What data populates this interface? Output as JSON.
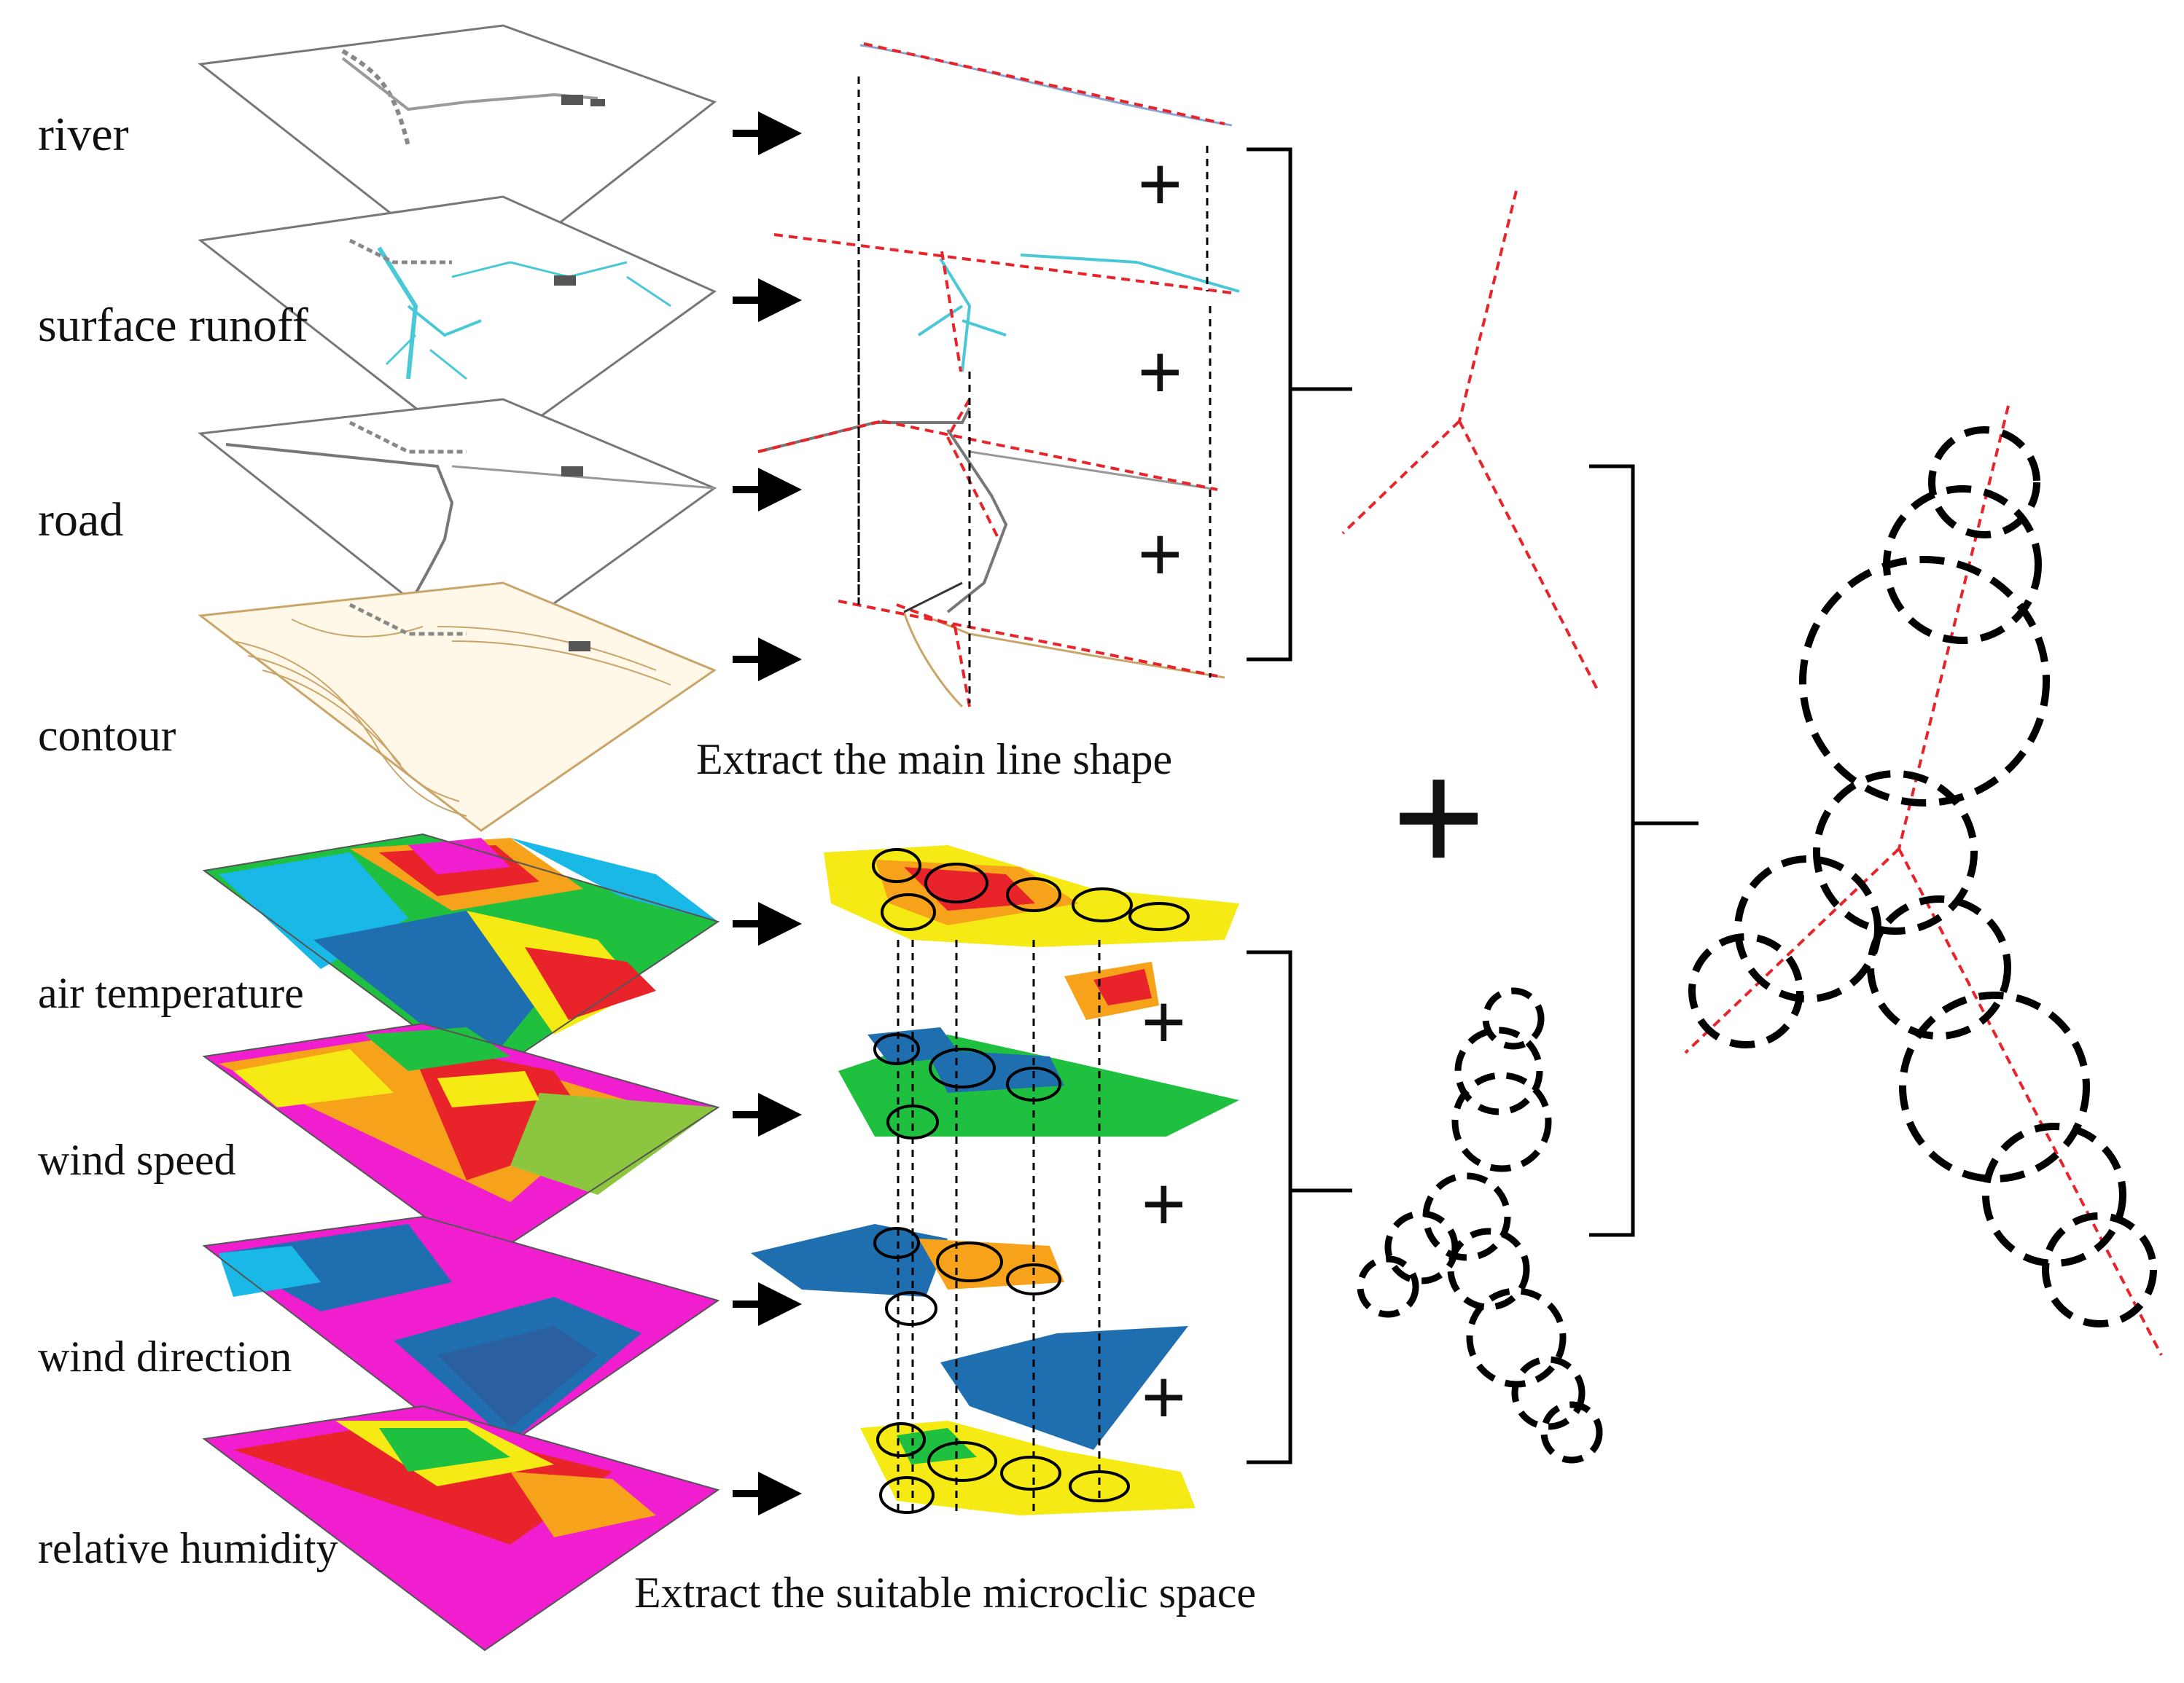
{
  "layers_top": [
    {
      "label": "river"
    },
    {
      "label": "surface runoff"
    },
    {
      "label": "road"
    },
    {
      "label": "contour"
    }
  ],
  "layers_bottom": [
    {
      "label": "air temperature"
    },
    {
      "label": "wind speed"
    },
    {
      "label": "wind direction"
    },
    {
      "label": "relative humidity"
    }
  ],
  "captions": {
    "top": "Extract the main line shape",
    "bottom": "Extract the suitable microclic space"
  },
  "symbols": {
    "plus": "+"
  },
  "colors": {
    "axis_line": "#e8242a",
    "river": "#8aa6d6",
    "runoff": "#49c8d8",
    "road": "#6c6c6c",
    "contour": "#c9a56a",
    "hot": "#e8242a",
    "orange": "#f7a21b",
    "yellow": "#f5ea14",
    "green": "#1fbf3f",
    "cyan": "#19b8e6",
    "blue": "#1f6fb0",
    "magenta": "#f01ecf"
  },
  "icons": [
    "right-arrow-icon",
    "plus-icon",
    "bracket-icon",
    "dashed-circle-icon"
  ]
}
